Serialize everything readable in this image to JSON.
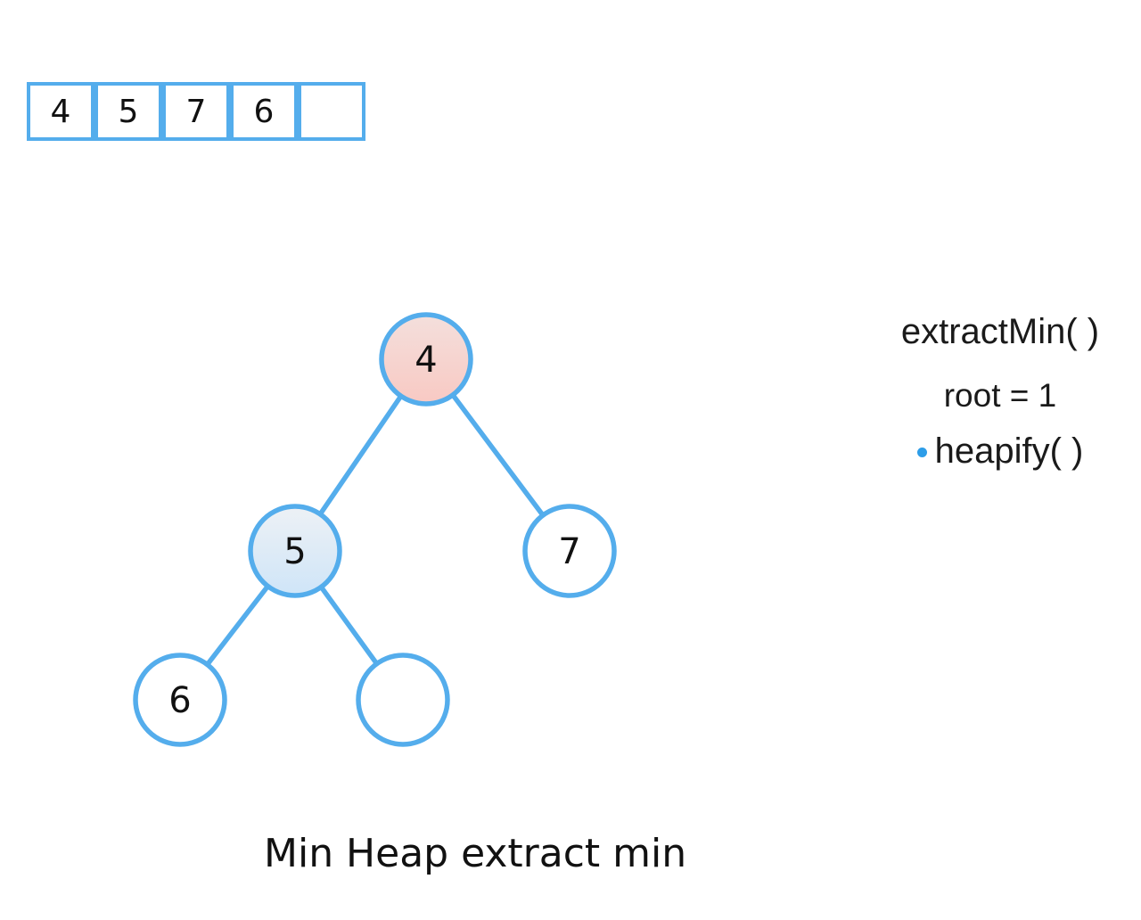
{
  "array": {
    "cells": [
      "4",
      "5",
      "7",
      "6",
      ""
    ]
  },
  "tree": {
    "nodes": [
      {
        "position": "root",
        "label": "4",
        "fill": "pink-gradient"
      },
      {
        "position": "left-child",
        "label": "5",
        "fill": "blue-gradient"
      },
      {
        "position": "right-child",
        "label": "7",
        "fill": "white"
      },
      {
        "position": "left-left-child",
        "label": "6",
        "fill": "white"
      },
      {
        "position": "left-right-child",
        "label": "",
        "fill": "white"
      }
    ]
  },
  "annotations": {
    "extract_min": "extractMin( )",
    "root_assignment": "root = 1",
    "heapify": "heapify( )"
  },
  "caption": "Min Heap extract min",
  "colors": {
    "accent_blue": "#54ADEC",
    "bullet_blue": "#2D9DE8",
    "root_fill_top": "#F4DFDC",
    "root_fill_bottom": "#F8C9C3",
    "left_fill_top": "#EDF1F5",
    "left_fill_bottom": "#CFE5F8",
    "text": "#111111"
  }
}
